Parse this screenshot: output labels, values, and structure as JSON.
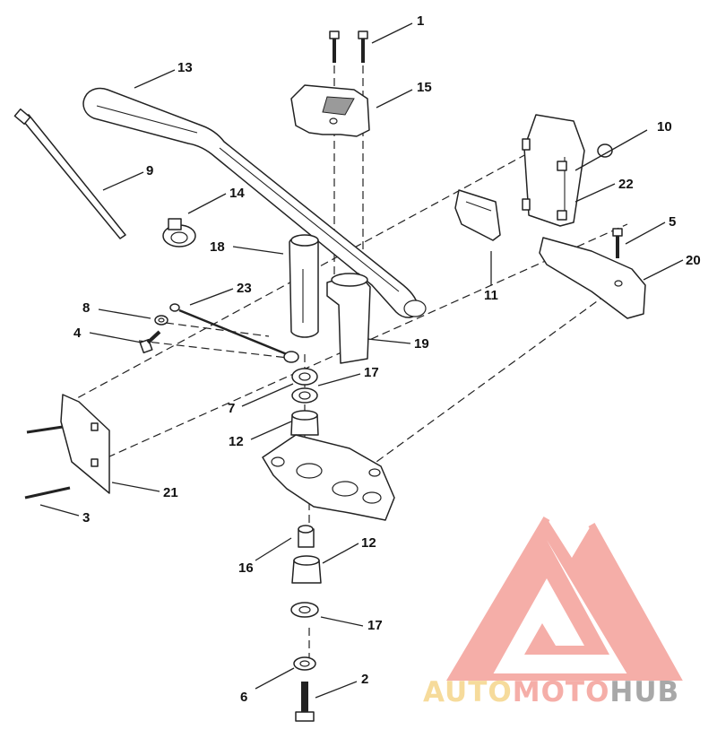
{
  "callouts": [
    {
      "id": "1",
      "label": "1"
    },
    {
      "id": "2",
      "label": "2"
    },
    {
      "id": "3",
      "label": "3"
    },
    {
      "id": "4",
      "label": "4"
    },
    {
      "id": "5",
      "label": "5"
    },
    {
      "id": "6",
      "label": "6"
    },
    {
      "id": "7",
      "label": "7"
    },
    {
      "id": "8",
      "label": "8"
    },
    {
      "id": "9",
      "label": "9"
    },
    {
      "id": "10",
      "label": "10"
    },
    {
      "id": "11",
      "label": "11"
    },
    {
      "id": "12a",
      "label": "12"
    },
    {
      "id": "12b",
      "label": "12"
    },
    {
      "id": "13",
      "label": "13"
    },
    {
      "id": "14",
      "label": "14"
    },
    {
      "id": "15",
      "label": "15"
    },
    {
      "id": "16",
      "label": "16"
    },
    {
      "id": "17a",
      "label": "17"
    },
    {
      "id": "17b",
      "label": "17"
    },
    {
      "id": "18",
      "label": "18"
    },
    {
      "id": "19",
      "label": "19"
    },
    {
      "id": "20",
      "label": "20"
    },
    {
      "id": "21",
      "label": "21"
    },
    {
      "id": "22",
      "label": "22"
    },
    {
      "id": "23",
      "label": "23"
    }
  ],
  "watermark": {
    "part1": "AUTO",
    "part2": "MOTO",
    "part3": "HUB",
    "color_primary": "#f4a09a",
    "color_secondary": "#f5d58a",
    "color_tertiary": "#9a9a9a"
  }
}
